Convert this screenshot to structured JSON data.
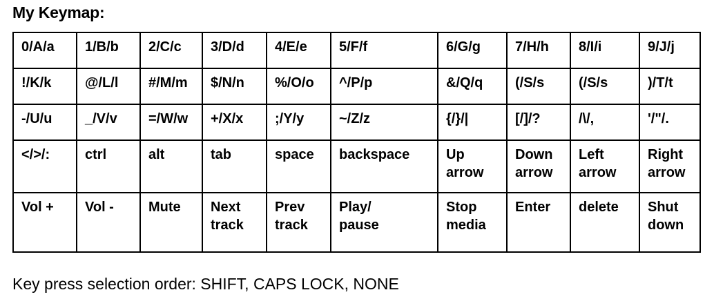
{
  "page": {
    "title": "My Keymap:",
    "footer": "Key press selection order: SHIFT, CAPS LOCK, NONE",
    "background_color": "#ffffff",
    "text_color": "#000000",
    "border_color": "#000000"
  },
  "keymap_table": {
    "columns": 10,
    "rows": 5,
    "cells": [
      [
        "0/A/a",
        "1/B/b",
        "2/C/c",
        "3/D/d",
        "4/E/e",
        "5/F/f",
        "6/G/g",
        "7/H/h",
        "8/I/i",
        "9/J/j"
      ],
      [
        "!/K/k",
        "@/L/l",
        "#/M/m",
        "$/N/n",
        "%/O/o",
        "^/P/p",
        "&/Q/q",
        "(/S/s",
        "(/S/s",
        ")/T/t"
      ],
      [
        "-/U/u",
        "_/V/v",
        "=/W/w",
        "+/X/x",
        ";/Y/y",
        "~/Z/z",
        "{/}/|",
        "[/]/?",
        "/\\/,",
        "'/\"/."
      ],
      [
        "</>/:",
        "ctrl",
        "alt",
        "tab",
        "space",
        "backspace",
        "Up\narrow",
        "Down\narrow",
        "Left\narrow",
        "Right\narrow"
      ],
      [
        "Vol +",
        "Vol -",
        "Mute",
        "Next\ntrack",
        "Prev\ntrack",
        "Play/\npause",
        "Stop\nmedia",
        "Enter",
        "delete",
        "Shut\ndown"
      ]
    ]
  }
}
